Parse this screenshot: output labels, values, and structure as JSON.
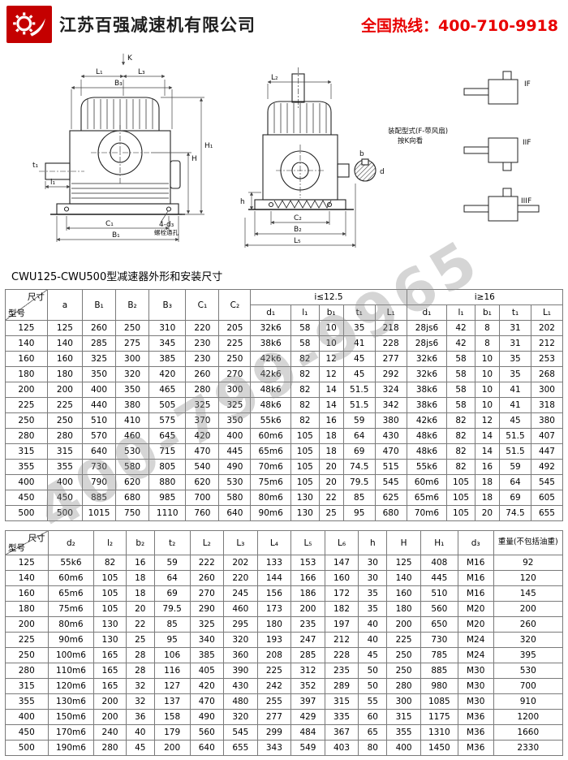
{
  "header": {
    "company": "江苏百强减速机有限公司",
    "hotline_label": "全国热线：",
    "hotline_number": "400-710-9918"
  },
  "watermark": "400-799-9965",
  "caption": "CWU125-CWU500型减速器外形和安装尺寸",
  "drawing": {
    "front_labels": {
      "k": "K",
      "l1": "L₁",
      "l3": "L₃",
      "b3": "B₃",
      "shaft_l1": "l₁",
      "t1": "t₁",
      "h": "H",
      "h1": "H₁",
      "c1": "C₁",
      "b1": "B₁",
      "bolt": "4-d₃",
      "bolt_note": "螺栓通孔"
    },
    "side_labels": {
      "l2": "L₂",
      "h": "h",
      "c2": "C₂",
      "b2": "B₂",
      "l5": "L₅",
      "b": "b",
      "d": "d"
    },
    "config": {
      "type1": "IF",
      "type2": "IIF",
      "type3": "IIIF",
      "note_line1": "装配型式(F-带风扇)",
      "note_line2": "按K向看"
    }
  },
  "table1": {
    "diag": {
      "top": "尺寸",
      "bottom": "型号"
    },
    "top_headers": [
      "a",
      "B₁",
      "B₂",
      "B₃",
      "C₁",
      "C₂"
    ],
    "groups": [
      {
        "label": "i≤12.5",
        "colspan": 5
      },
      {
        "label": "i≥16",
        "colspan": 5
      }
    ],
    "sub_headers": [
      "d₁",
      "l₁",
      "b₁",
      "t₁",
      "L₁",
      "d₁",
      "l₁",
      "b₁",
      "t₁",
      "L₁"
    ],
    "rows": [
      [
        "125",
        "125",
        "260",
        "250",
        "310",
        "220",
        "205",
        "32k6",
        "58",
        "10",
        "35",
        "218",
        "28js6",
        "42",
        "8",
        "31",
        "202"
      ],
      [
        "140",
        "140",
        "285",
        "275",
        "345",
        "230",
        "225",
        "38k6",
        "58",
        "10",
        "41",
        "228",
        "28js6",
        "42",
        "8",
        "31",
        "212"
      ],
      [
        "160",
        "160",
        "325",
        "300",
        "385",
        "230",
        "250",
        "42k6",
        "82",
        "12",
        "45",
        "277",
        "32k6",
        "58",
        "10",
        "35",
        "253"
      ],
      [
        "180",
        "180",
        "350",
        "320",
        "420",
        "260",
        "270",
        "42k6",
        "82",
        "12",
        "45",
        "292",
        "32k6",
        "58",
        "10",
        "35",
        "268"
      ],
      [
        "200",
        "200",
        "400",
        "350",
        "465",
        "280",
        "300",
        "48k6",
        "82",
        "14",
        "51.5",
        "324",
        "38k6",
        "58",
        "10",
        "41",
        "300"
      ],
      [
        "225",
        "225",
        "440",
        "380",
        "505",
        "325",
        "325",
        "48k6",
        "82",
        "14",
        "51.5",
        "342",
        "38k6",
        "58",
        "10",
        "41",
        "318"
      ],
      [
        "250",
        "250",
        "510",
        "410",
        "575",
        "370",
        "350",
        "55k6",
        "82",
        "16",
        "59",
        "380",
        "42k6",
        "82",
        "12",
        "45",
        "380"
      ],
      [
        "280",
        "280",
        "570",
        "460",
        "645",
        "420",
        "400",
        "60m6",
        "105",
        "18",
        "64",
        "430",
        "48k6",
        "82",
        "14",
        "51.5",
        "407"
      ],
      [
        "315",
        "315",
        "640",
        "530",
        "715",
        "470",
        "445",
        "65m6",
        "105",
        "18",
        "69",
        "470",
        "48k6",
        "82",
        "14",
        "51.5",
        "447"
      ],
      [
        "355",
        "355",
        "730",
        "580",
        "805",
        "540",
        "490",
        "70m6",
        "105",
        "20",
        "74.5",
        "515",
        "55k6",
        "82",
        "16",
        "59",
        "492"
      ],
      [
        "400",
        "400",
        "790",
        "620",
        "880",
        "620",
        "530",
        "75m6",
        "105",
        "20",
        "79.5",
        "545",
        "60m6",
        "105",
        "18",
        "64",
        "545"
      ],
      [
        "450",
        "450",
        "885",
        "680",
        "985",
        "700",
        "580",
        "80m6",
        "130",
        "22",
        "85",
        "625",
        "65m6",
        "105",
        "18",
        "69",
        "605"
      ],
      [
        "500",
        "500",
        "1015",
        "750",
        "1110",
        "760",
        "640",
        "90m6",
        "130",
        "25",
        "95",
        "680",
        "70m6",
        "105",
        "20",
        "74.5",
        "655"
      ]
    ]
  },
  "table2": {
    "diag": {
      "top": "尺寸",
      "bottom": "型号"
    },
    "headers": [
      "d₂",
      "l₂",
      "b₂",
      "t₂",
      "L₂",
      "L₃",
      "L₄",
      "L₅",
      "L₆",
      "h",
      "H",
      "H₁",
      "d₃",
      "重量(不包括油重)"
    ],
    "rows": [
      [
        "125",
        "55k6",
        "82",
        "16",
        "59",
        "222",
        "202",
        "133",
        "153",
        "147",
        "30",
        "125",
        "408",
        "M16",
        "92"
      ],
      [
        "140",
        "60m6",
        "105",
        "18",
        "64",
        "260",
        "220",
        "144",
        "166",
        "160",
        "30",
        "140",
        "445",
        "M16",
        "120"
      ],
      [
        "160",
        "65m6",
        "105",
        "18",
        "69",
        "270",
        "245",
        "156",
        "186",
        "172",
        "35",
        "160",
        "510",
        "M16",
        "145"
      ],
      [
        "180",
        "75m6",
        "105",
        "20",
        "79.5",
        "290",
        "460",
        "173",
        "200",
        "182",
        "35",
        "180",
        "560",
        "M20",
        "200"
      ],
      [
        "200",
        "80m6",
        "130",
        "22",
        "85",
        "325",
        "295",
        "180",
        "235",
        "197",
        "40",
        "200",
        "650",
        "M20",
        "260"
      ],
      [
        "225",
        "90m6",
        "130",
        "25",
        "95",
        "340",
        "320",
        "193",
        "247",
        "212",
        "40",
        "225",
        "730",
        "M24",
        "320"
      ],
      [
        "250",
        "100m6",
        "165",
        "28",
        "106",
        "385",
        "360",
        "208",
        "285",
        "228",
        "45",
        "250",
        "785",
        "M24",
        "395"
      ],
      [
        "280",
        "110m6",
        "165",
        "28",
        "116",
        "405",
        "390",
        "225",
        "312",
        "235",
        "50",
        "250",
        "885",
        "M30",
        "530"
      ],
      [
        "315",
        "120m6",
        "165",
        "32",
        "127",
        "420",
        "430",
        "242",
        "352",
        "289",
        "50",
        "280",
        "980",
        "M30",
        "700"
      ],
      [
        "355",
        "130m6",
        "200",
        "32",
        "137",
        "470",
        "480",
        "255",
        "397",
        "315",
        "55",
        "300",
        "1085",
        "M30",
        "910"
      ],
      [
        "400",
        "150m6",
        "200",
        "36",
        "158",
        "490",
        "320",
        "277",
        "429",
        "335",
        "60",
        "315",
        "1175",
        "M36",
        "1200"
      ],
      [
        "450",
        "170m6",
        "240",
        "40",
        "179",
        "560",
        "545",
        "299",
        "484",
        "367",
        "65",
        "355",
        "1310",
        "M36",
        "1660"
      ],
      [
        "500",
        "190m6",
        "280",
        "45",
        "200",
        "640",
        "655",
        "343",
        "549",
        "403",
        "80",
        "400",
        "1450",
        "M36",
        "2330"
      ]
    ]
  }
}
